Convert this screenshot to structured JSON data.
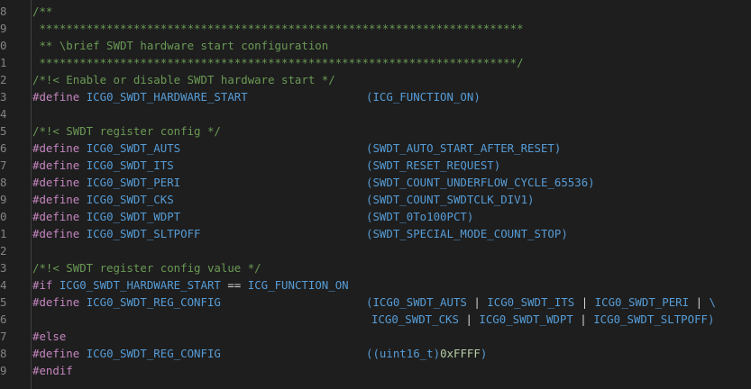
{
  "editor": {
    "lines": [
      {
        "ln": "8",
        "parts": [
          {
            "t": "/**",
            "c": "comment"
          }
        ]
      },
      {
        "ln": "9",
        "parts": [
          {
            "t": " ************************************************************************",
            "c": "comment"
          }
        ]
      },
      {
        "ln": "0",
        "parts": [
          {
            "t": " ** \\brief SWDT hardware start configuration",
            "c": "comment"
          }
        ]
      },
      {
        "ln": "1",
        "parts": [
          {
            "t": " ***********************************************************************/",
            "c": "comment"
          }
        ]
      },
      {
        "ln": "2",
        "parts": [
          {
            "t": "/*!< Enable or disable SWDT hardware start */",
            "c": "comment"
          }
        ]
      },
      {
        "ln": "3",
        "parts": [
          {
            "t": "#define ",
            "c": "kw"
          },
          {
            "t": "ICG0_SWDT_HARDWARE_START",
            "c": "macro"
          }
        ],
        "value": [
          {
            "t": "(ICG_FUNCTION_ON)",
            "c": "macro"
          }
        ]
      },
      {
        "ln": "4",
        "parts": []
      },
      {
        "ln": "5",
        "parts": [
          {
            "t": "/*!< SWDT register config */",
            "c": "comment"
          }
        ]
      },
      {
        "ln": "6",
        "parts": [
          {
            "t": "#define ",
            "c": "kw"
          },
          {
            "t": "ICG0_SWDT_AUTS",
            "c": "macro"
          }
        ],
        "value": [
          {
            "t": "(SWDT_AUTO_START_AFTER_RESET)",
            "c": "macro"
          }
        ]
      },
      {
        "ln": "7",
        "parts": [
          {
            "t": "#define ",
            "c": "kw"
          },
          {
            "t": "ICG0_SWDT_ITS",
            "c": "macro"
          }
        ],
        "value": [
          {
            "t": "(SWDT_RESET_REQUEST)",
            "c": "macro"
          }
        ]
      },
      {
        "ln": "8",
        "parts": [
          {
            "t": "#define ",
            "c": "kw"
          },
          {
            "t": "ICG0_SWDT_PERI",
            "c": "macro"
          }
        ],
        "value": [
          {
            "t": "(SWDT_COUNT_UNDERFLOW_CYCLE_65536)",
            "c": "macro"
          }
        ]
      },
      {
        "ln": "9",
        "parts": [
          {
            "t": "#define ",
            "c": "kw"
          },
          {
            "t": "ICG0_SWDT_CKS",
            "c": "macro"
          }
        ],
        "value": [
          {
            "t": "(SWDT_COUNT_SWDTCLK_DIV1)",
            "c": "macro"
          }
        ]
      },
      {
        "ln": "0",
        "parts": [
          {
            "t": "#define ",
            "c": "kw"
          },
          {
            "t": "ICG0_SWDT_WDPT",
            "c": "macro"
          }
        ],
        "value": [
          {
            "t": "(SWDT_0To100PCT)",
            "c": "macro"
          }
        ]
      },
      {
        "ln": "1",
        "parts": [
          {
            "t": "#define ",
            "c": "kw"
          },
          {
            "t": "ICG0_SWDT_SLTPOFF",
            "c": "macro"
          }
        ],
        "value": [
          {
            "t": "(SWDT_SPECIAL_MODE_COUNT_STOP)",
            "c": "macro"
          }
        ]
      },
      {
        "ln": "2",
        "parts": []
      },
      {
        "ln": "3",
        "parts": [
          {
            "t": "/*!< SWDT register config value */",
            "c": "comment"
          }
        ]
      },
      {
        "ln": "4",
        "parts": [
          {
            "t": "#if ",
            "c": "kw"
          },
          {
            "t": "ICG0_SWDT_HARDWARE_START",
            "c": "macro"
          },
          {
            "t": " == ",
            "c": "plain"
          },
          {
            "t": "ICG_FUNCTION_ON",
            "c": "macro"
          }
        ]
      },
      {
        "ln": "5",
        "parts": [
          {
            "t": "#define ",
            "c": "kw"
          },
          {
            "t": "ICG0_SWDT_REG_CONFIG",
            "c": "macro"
          }
        ],
        "value": [
          {
            "t": "(ICG0_SWDT_AUTS ",
            "c": "macro"
          },
          {
            "t": "|",
            "c": "plain"
          },
          {
            "t": " ICG0_SWDT_ITS ",
            "c": "macro"
          },
          {
            "t": "|",
            "c": "plain"
          },
          {
            "t": " ICG0_SWDT_PERI ",
            "c": "macro"
          },
          {
            "t": "|",
            "c": "plain"
          },
          {
            "t": " \\",
            "c": "macro"
          }
        ]
      },
      {
        "ln": "6",
        "parts": [],
        "value2": [
          {
            "t": "ICG0_SWDT_CKS ",
            "c": "macro"
          },
          {
            "t": "|",
            "c": "plain"
          },
          {
            "t": " ICG0_SWDT_WDPT ",
            "c": "macro"
          },
          {
            "t": "|",
            "c": "plain"
          },
          {
            "t": " ICG0_SWDT_SLTPOFF)",
            "c": "macro"
          }
        ]
      },
      {
        "ln": "7",
        "parts": [
          {
            "t": "#else",
            "c": "kw"
          }
        ]
      },
      {
        "ln": "8",
        "parts": [
          {
            "t": "#define ",
            "c": "kw"
          },
          {
            "t": "ICG0_SWDT_REG_CONFIG",
            "c": "macro"
          }
        ],
        "value": [
          {
            "t": "((uint16_t)",
            "c": "macro"
          },
          {
            "t": "0xFFFF",
            "c": "num"
          },
          {
            "t": ")",
            "c": "macro"
          }
        ]
      },
      {
        "ln": "9",
        "parts": [
          {
            "t": "#endif",
            "c": "kw"
          }
        ]
      }
    ]
  }
}
